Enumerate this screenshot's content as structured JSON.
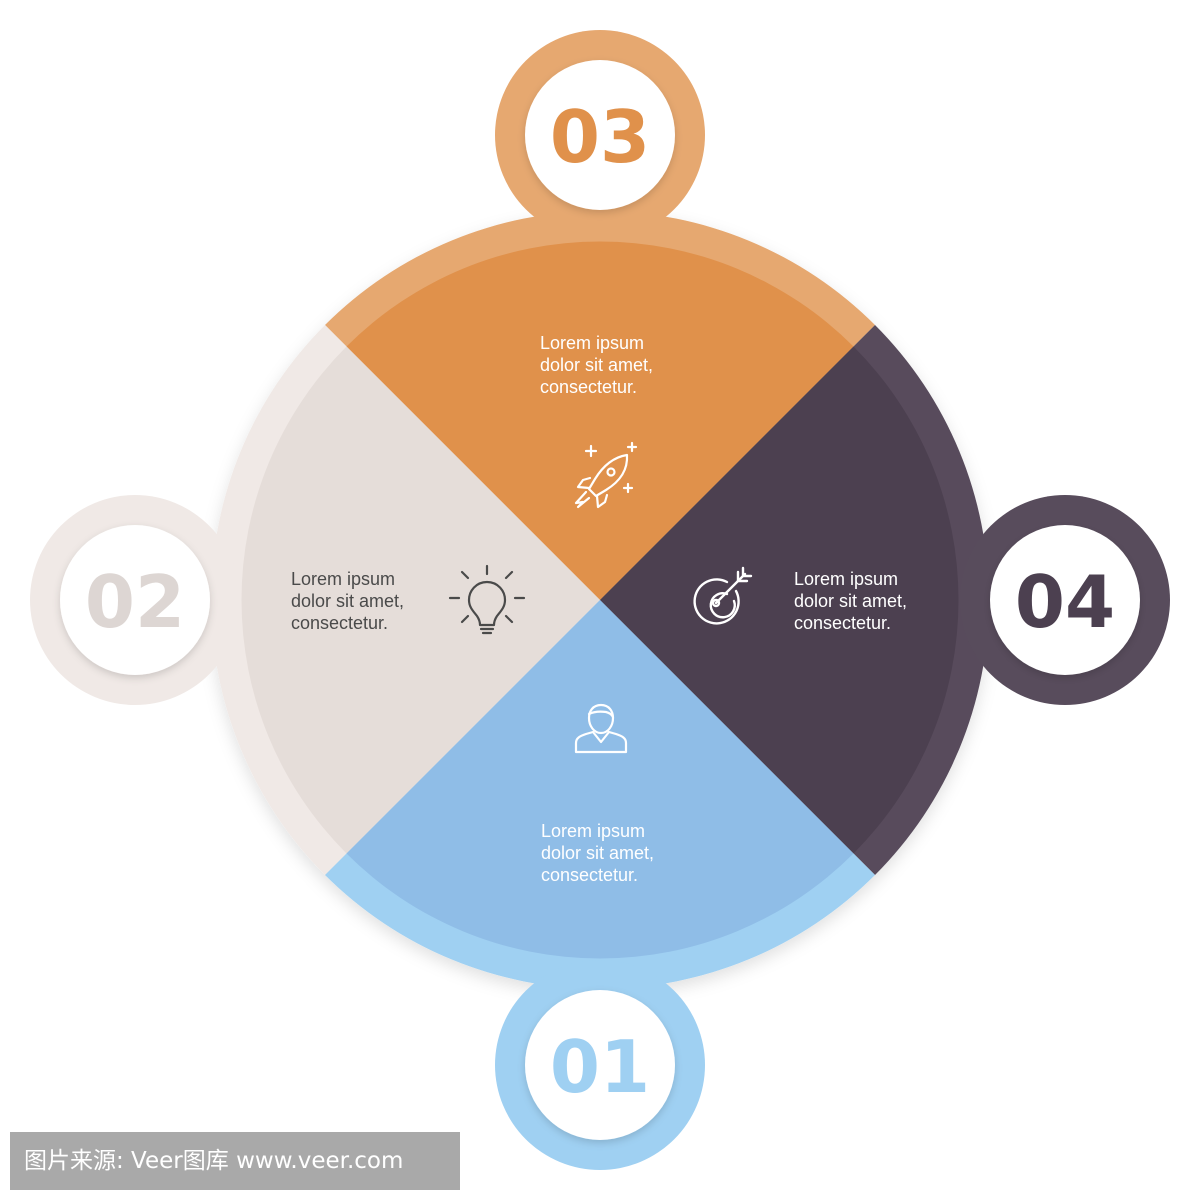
{
  "colors": {
    "background": "#ffffff",
    "orange": "#e0914b",
    "orange_ring": "#e6a870",
    "beige": "#e5ddd9",
    "beige_ring": "#f0e9e6",
    "dark": "#4c4050",
    "dark_ring": "#584c5c",
    "blue": "#8fbde7",
    "blue_ring": "#9fd0f2",
    "white_text": "#ffffff",
    "dark_text": "#4a4a4a",
    "badge_02_text": "#ddd6d3",
    "badge_03_text": "#e0914b",
    "badge_04_text": "#4c4050",
    "badge_01_text": "#9fd0f2"
  },
  "segments": [
    {
      "id": "03",
      "position": "top",
      "lines": [
        "Lorem ipsum",
        "dolor sit amet,",
        "consectetur."
      ],
      "icon": "rocket-icon",
      "badge": "03"
    },
    {
      "id": "02",
      "position": "left",
      "lines": [
        "Lorem ipsum",
        "dolor sit amet,",
        "consectetur."
      ],
      "icon": "lightbulb-icon",
      "badge": "02"
    },
    {
      "id": "04",
      "position": "right",
      "lines": [
        "Lorem ipsum",
        "dolor sit amet,",
        "consectetur."
      ],
      "icon": "target-icon",
      "badge": "04"
    },
    {
      "id": "01",
      "position": "bottom",
      "lines": [
        "Lorem ipsum",
        "dolor sit amet,",
        "consectetur."
      ],
      "icon": "person-icon",
      "badge": "01"
    }
  ],
  "watermark": "图片来源: Veer图库 www.veer.com"
}
